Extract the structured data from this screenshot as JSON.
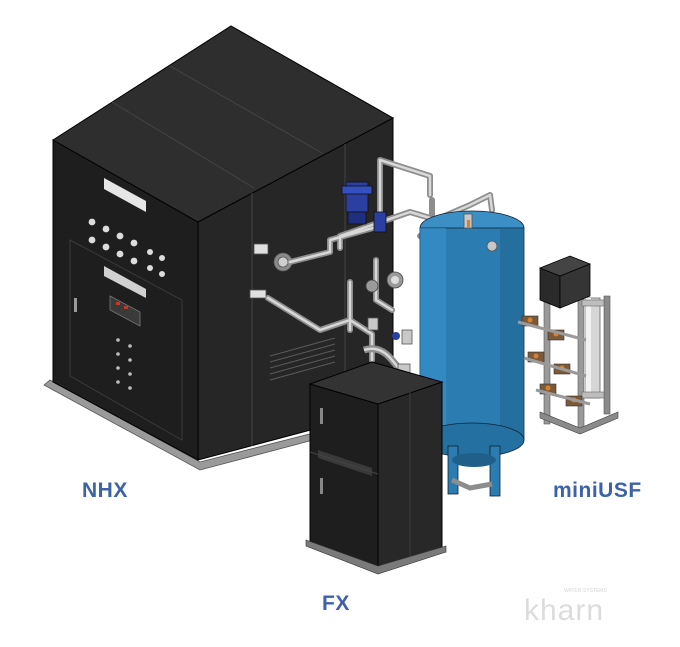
{
  "labels": {
    "nhx": "NHX",
    "fx": "FX",
    "mini_usf": "miniUSF"
  },
  "logo": {
    "wordmark": "kharn",
    "tagline": "WATER SYSTEMS"
  },
  "colors": {
    "label_blue": "#3d62a6",
    "cabinet_dark": "#1c1c1c",
    "tank_blue": "#2b7db1",
    "pipe_grey": "#c9c9c9",
    "valve_blue": "#2a3fa0",
    "fitting_orange": "#d7802d"
  }
}
